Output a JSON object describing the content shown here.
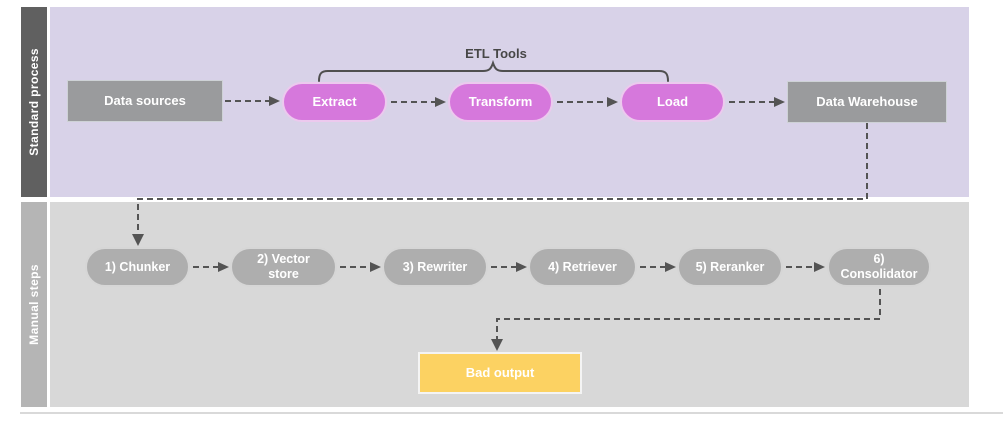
{
  "diagram": {
    "lanes": [
      {
        "label": "Standard process"
      },
      {
        "label": "Manual steps"
      }
    ],
    "standard": {
      "group_label": "ETL Tools",
      "data_sources": "Data sources",
      "extract": "Extract",
      "transform": "Transform",
      "load": "Load",
      "data_warehouse": "Data Warehouse"
    },
    "manual": {
      "steps": [
        "1) Chunker",
        "2) Vector store",
        "3) Rewriter",
        "4) Retriever",
        "5) Reranker",
        "6) Consolidator"
      ],
      "bad_output": "Bad output"
    },
    "colors": {
      "lane1_header": "#606060",
      "lane1_body": "#d8d2e8",
      "lane2_header": "#b5b5b5",
      "lane2_body": "#d8d8d8",
      "process_box": "#9a9b9d",
      "etl_pill": "#d678dc",
      "etl_pill_border": "#ecc9ee",
      "step_pill": "#aeaeae",
      "bad_output_box": "#fcd262",
      "connector": "#545454",
      "label_text": "#ffffff"
    }
  }
}
